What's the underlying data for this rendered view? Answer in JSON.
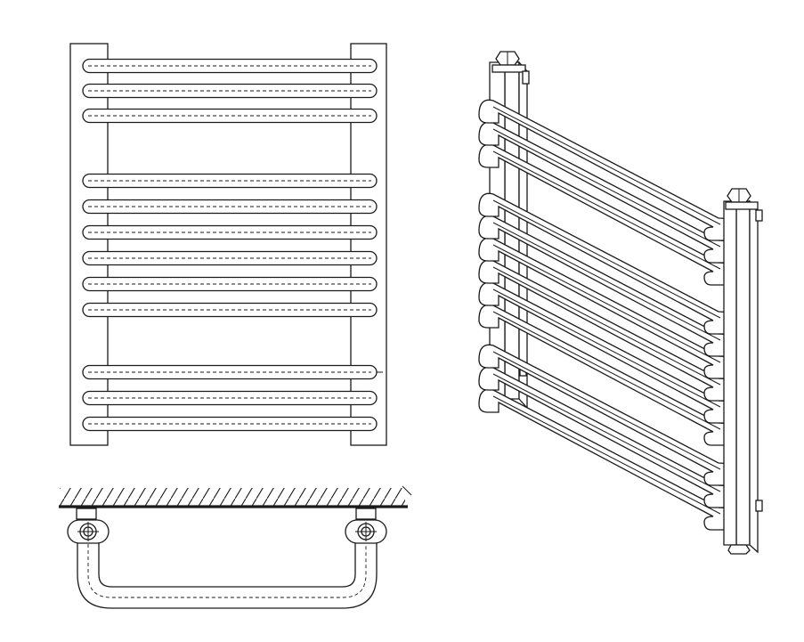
{
  "drawing": {
    "subject": "",
    "views": {
      "front": {
        "rail_groups": [
          3,
          6,
          3
        ]
      },
      "top": {
        "connection_count": 2
      },
      "isometric": {
        "rail_count": 12
      }
    },
    "colors": {
      "line": "#1a1a1a",
      "paper": "#ffffff"
    }
  }
}
